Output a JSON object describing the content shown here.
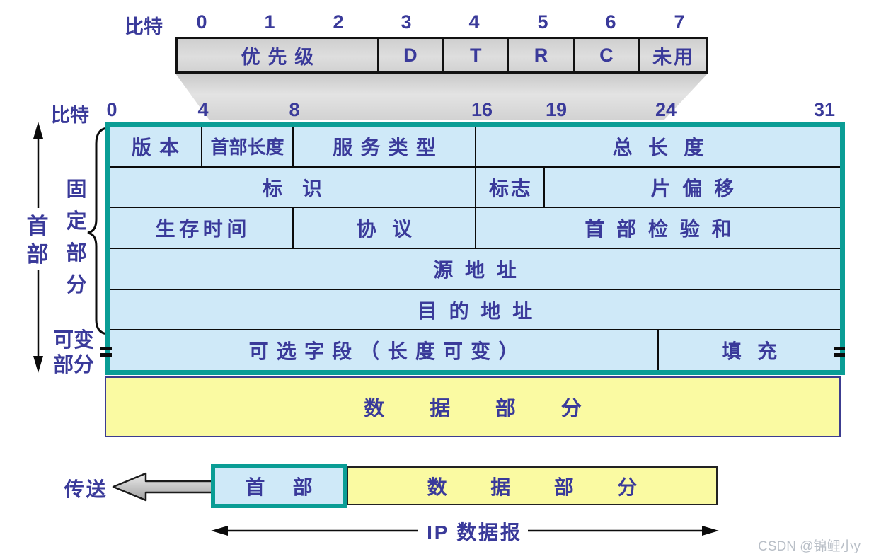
{
  "colors": {
    "teal_border": "#0a9d95",
    "cell_blue": "#cfe9f8",
    "section_yellow": "#fafaa2",
    "text_indigo": "#3a3a9a",
    "tos_gray": "#d8d8d8",
    "watermark_gray": "#b9bfc7"
  },
  "tos": {
    "bit_caption": "比特",
    "bits": [
      "0",
      "1",
      "2",
      "3",
      "4",
      "5",
      "6",
      "7"
    ],
    "cells": {
      "precedence": "优先级",
      "d": "D",
      "t": "T",
      "r": "R",
      "c": "C",
      "unused": "未用"
    }
  },
  "header": {
    "bit_caption": "比特",
    "bits": [
      "0",
      "4",
      "8",
      "16",
      "19",
      "24",
      "31"
    ],
    "row1": {
      "version": "版本",
      "ihl": "首部长度",
      "tos": "服务类型",
      "total_length": "总长度"
    },
    "row2": {
      "identification": "标识",
      "flags": "标志",
      "fragment_offset": "片偏移"
    },
    "row3": {
      "ttl": "生存时间",
      "protocol": "协议",
      "checksum": "首部检验和"
    },
    "row4": {
      "source": "源地址"
    },
    "row5": {
      "destination": "目的地址"
    },
    "row6": {
      "options": "可选字段（长度可变）",
      "padding": "填充"
    }
  },
  "annotations": {
    "header_span": "首部",
    "fixed_part": "固定部分",
    "variable_part_line1": "可变",
    "variable_part_line2": "部分"
  },
  "data_section": "数据部分",
  "bottom": {
    "transmit": "传送",
    "header_box": "首部",
    "data_box": "数据部分",
    "datagram": "IP 数据报"
  },
  "watermark": "CSDN @锦鲤小y"
}
